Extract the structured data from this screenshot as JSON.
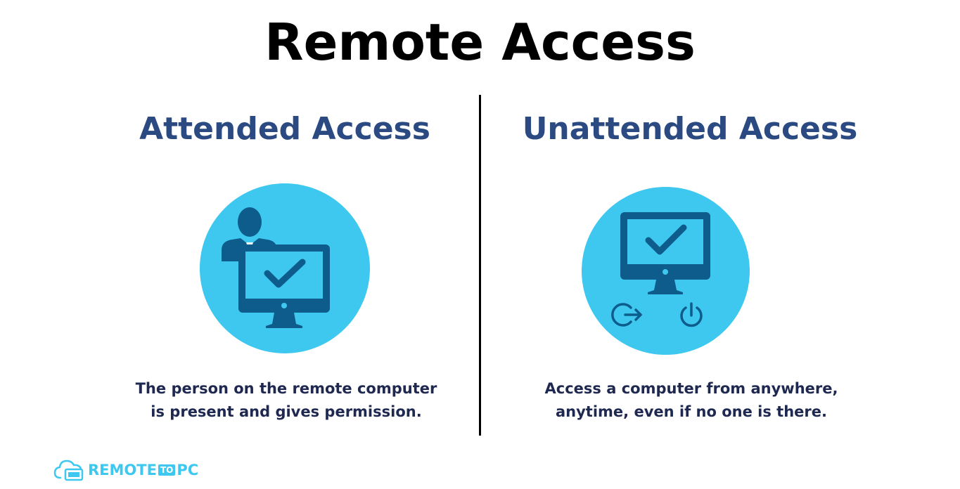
{
  "title": "Remote Access",
  "left": {
    "heading": "Attended Access",
    "description_line1": "The person on the remote computer",
    "description_line2": "is present and gives permission.",
    "icons": [
      "user-icon",
      "monitor-checkmark-icon"
    ]
  },
  "right": {
    "heading": "Unattended Access",
    "description_line1": "Access a computer from anywhere,",
    "description_line2": "anytime, even if no one is there.",
    "icons": [
      "monitor-checkmark-icon",
      "login-icon",
      "power-icon"
    ]
  },
  "logo": {
    "part1": "REMOTE",
    "part2": "TO",
    "part3": "PC",
    "icon": "cloud-computer-icon"
  },
  "colors": {
    "heading": "#2b4a82",
    "circle": "#3ec8ef",
    "icon": "#0e5c8c",
    "text": "#1e2850",
    "logo": "#3ec8ef"
  }
}
